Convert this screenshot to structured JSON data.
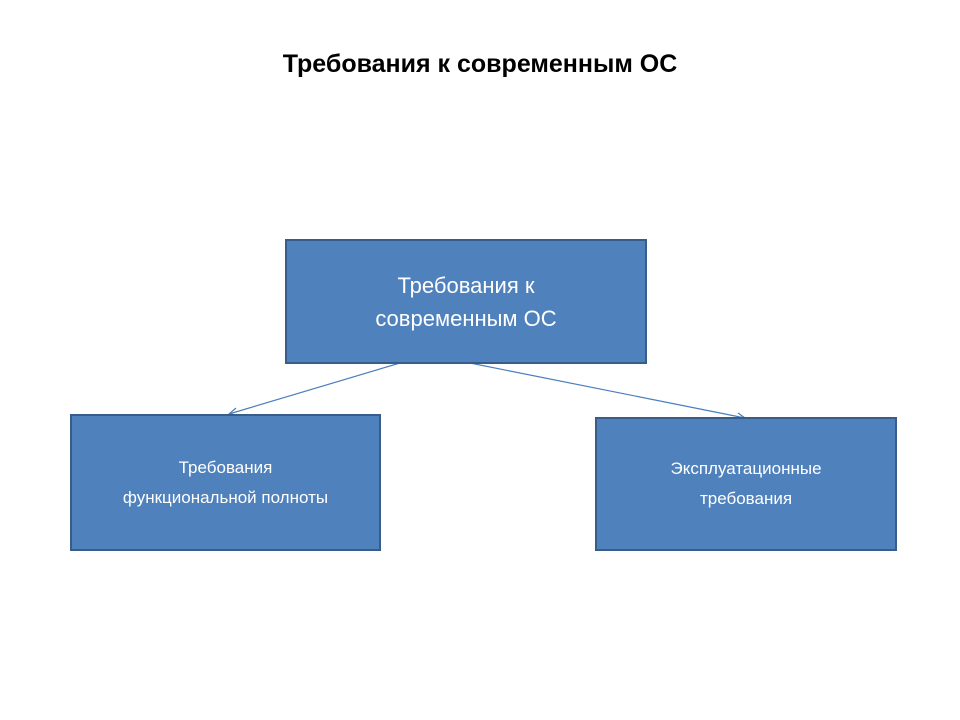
{
  "title": "Требования к современным ОС",
  "nodes": {
    "root": [
      "Требования к",
      "современным ОС"
    ],
    "left": [
      "Требования",
      "функциональной полноты"
    ],
    "right": [
      "Эксплуатационные",
      "требования"
    ]
  },
  "colors": {
    "box_fill": "#4f81bd",
    "box_border": "#385d8a",
    "arrow": "#4a7ebb"
  }
}
